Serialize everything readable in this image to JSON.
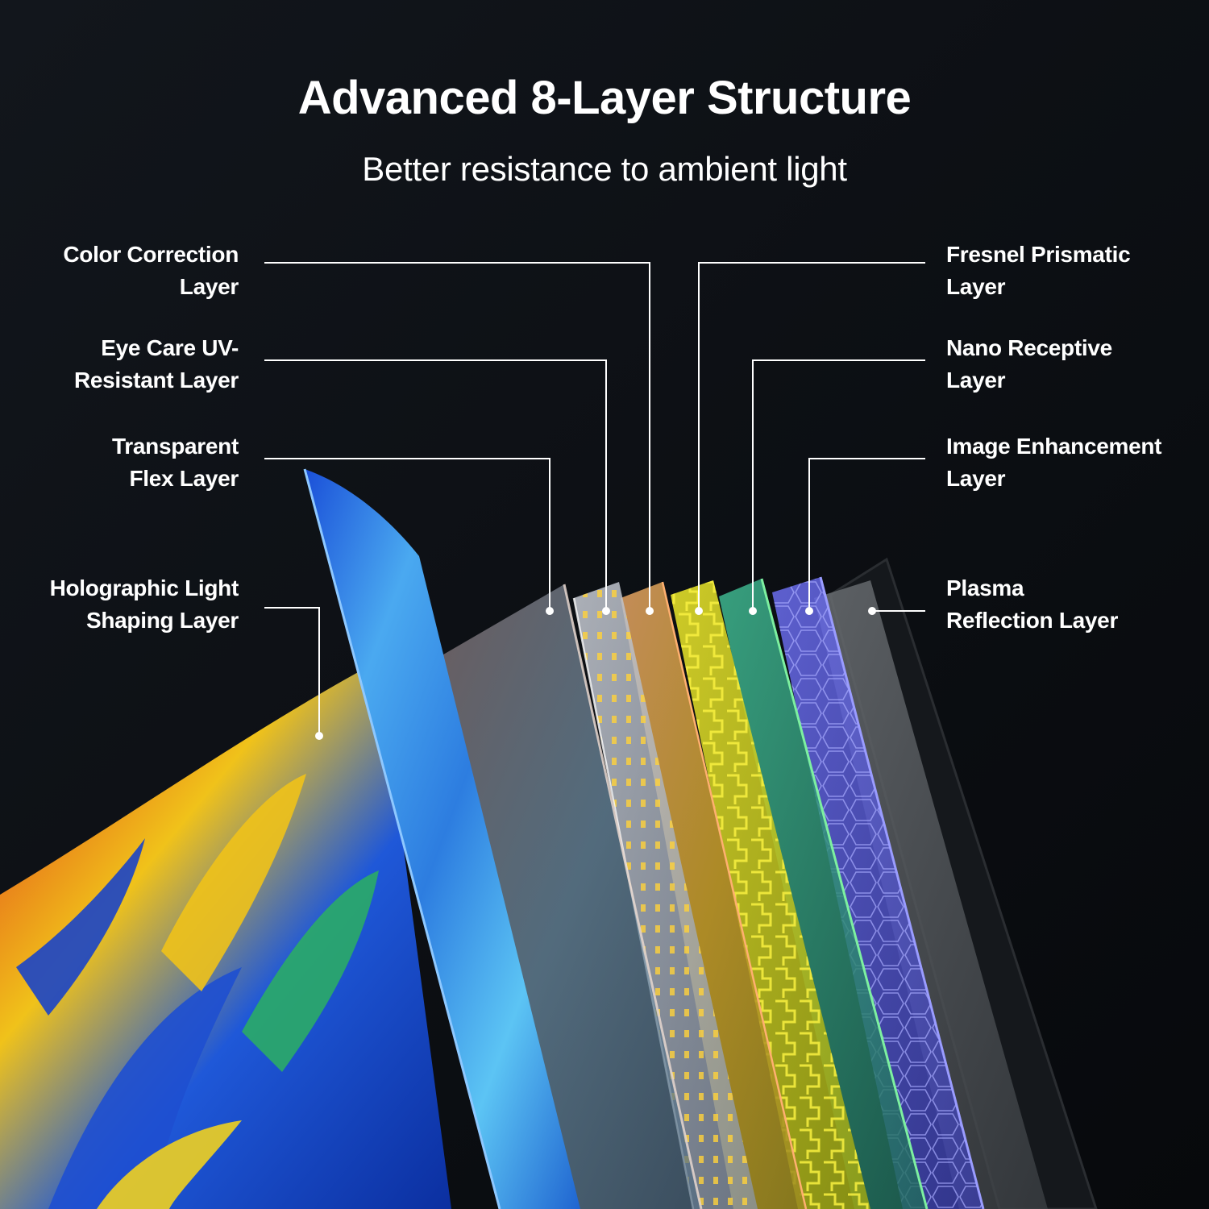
{
  "title": "Advanced 8-Layer Structure",
  "subtitle": "Better resistance to ambient light",
  "layers": {
    "color_correction": {
      "line1": "Color Correction",
      "line2": "Layer",
      "color": "#c98a5a"
    },
    "eye_care": {
      "line1": "Eye Care UV-",
      "line2": "Resistant Layer",
      "color": "#d0d4dc"
    },
    "transparent_flex": {
      "line1": "Transparent",
      "line2": "Flex Layer",
      "color": "#a9b0b8"
    },
    "holographic": {
      "line1": "Holographic Light",
      "line2": "Shaping Layer",
      "color": "#3a8ee6"
    },
    "fresnel": {
      "line1": "Fresnel Prismatic",
      "line2": "Layer",
      "color": "#d6d21e"
    },
    "nano_receptive": {
      "line1": "Nano Receptive",
      "line2": "Layer",
      "color": "#2f9c7a"
    },
    "image_enhancement": {
      "line1": "Image Enhancement",
      "line2": "Layer",
      "color": "#6d6ff0"
    },
    "plasma_reflection": {
      "line1": "Plasma",
      "line2": "Reflection Layer",
      "color": "#707478"
    }
  },
  "colors": {
    "background": "#0b0e12",
    "header": "#000000",
    "text": "#ffffff",
    "leader_line": "#ffffff"
  }
}
